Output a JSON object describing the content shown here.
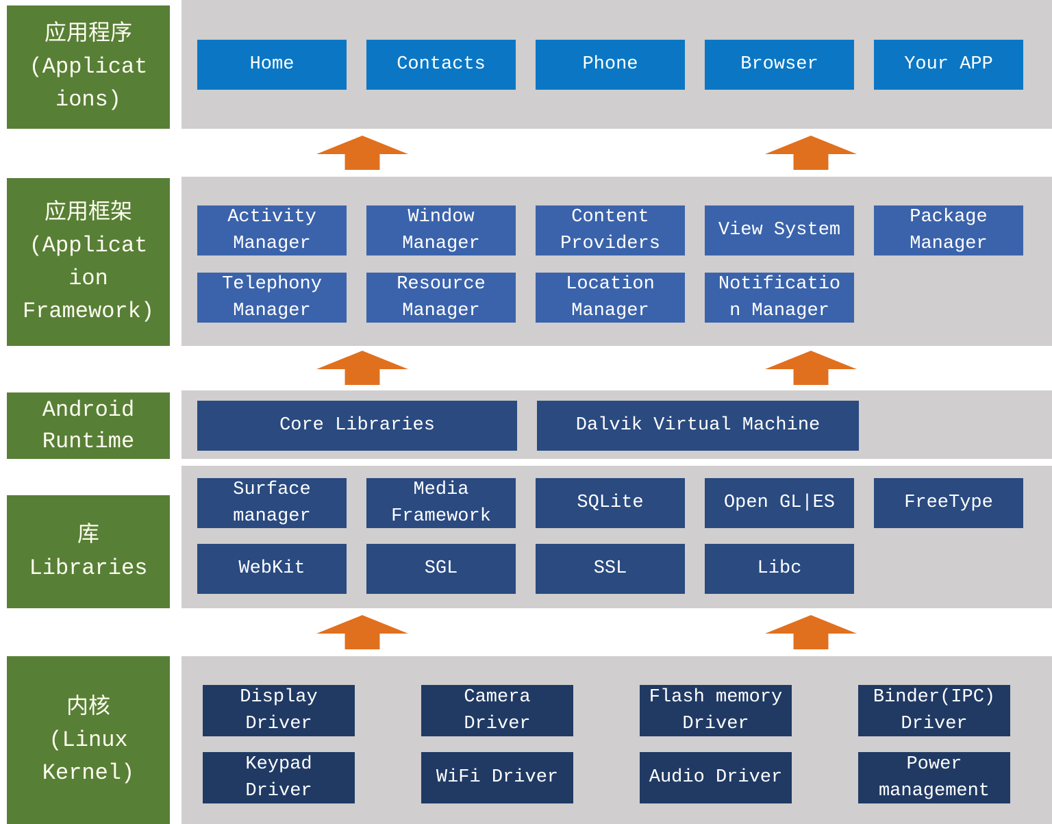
{
  "colors": {
    "layer_label_bg": "#587f36",
    "layer_label_text": "#fdfdf0",
    "panel_bg": "#d0cece",
    "applications_box": "#0b77c4",
    "framework_box": "#3b63ab",
    "runtime_box": "#2a4a80",
    "libraries_box": "#2a4a80",
    "kernel_box": "#203a64",
    "box_text": "#ffffff",
    "arrow": "#e0701e",
    "page_bg": "#ffffff"
  },
  "layers": {
    "applications": {
      "side_label": "应用程序(Applications)",
      "side_label_lines": [
        "应用程序",
        "(Applicat",
        "ions)"
      ],
      "boxes_row1": [
        "Home",
        "Contacts",
        "Phone",
        "Browser",
        "Your APP"
      ]
    },
    "framework": {
      "side_label": "应用框架(Application Framework)",
      "side_label_lines": [
        "应用框架",
        "(Applicat",
        "ion",
        "Framework)"
      ],
      "boxes_row1": [
        "Activity Manager",
        "Window Manager",
        "Content Providers",
        "View System",
        "Package Manager"
      ],
      "boxes_row2": [
        "Telephony Manager",
        "Resource Manager",
        "Location Manager",
        "Notification Manager"
      ]
    },
    "runtime": {
      "side_label": "Android Runtime",
      "side_label_lines": [
        "Android",
        "Runtime"
      ],
      "boxes_row1": [
        "Core Libraries",
        "Dalvik Virtual Machine"
      ]
    },
    "libraries": {
      "side_label": "库 Libraries",
      "side_label_lines": [
        "库",
        "Libraries"
      ],
      "boxes_row1": [
        "Surface manager",
        "Media Framework",
        "SQLite",
        "Open GL|ES",
        "FreeType"
      ],
      "boxes_row2": [
        "WebKit",
        "SGL",
        "SSL",
        "Libc"
      ]
    },
    "kernel": {
      "side_label": "内核(Linux Kernel)",
      "side_label_lines": [
        "内核",
        "(Linux",
        "Kernel)"
      ],
      "boxes_row1": [
        "Display Driver",
        "Camera Driver",
        "Flash memory Driver",
        "Binder(IPC) Driver"
      ],
      "boxes_row2": [
        "Keypad Driver",
        "WiFi Driver",
        "Audio Driver",
        "Power management"
      ]
    }
  }
}
